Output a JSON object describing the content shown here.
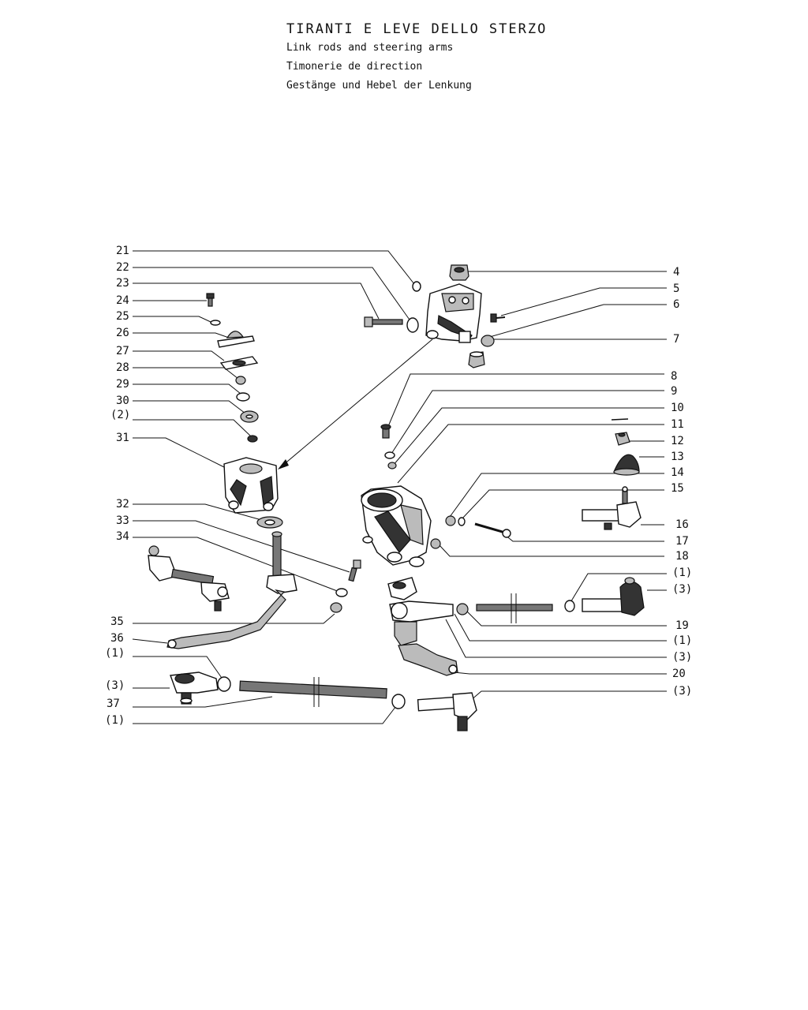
{
  "title": {
    "it": "TIRANTI E LEVE DELLO STERZO",
    "en": "Link rods and steering arms",
    "fr": "Timonerie de direction",
    "de": "Gestänge und Hebel der Lenkung"
  },
  "callouts": {
    "left": [
      "21",
      "22",
      "23",
      "24",
      "25",
      "26",
      "27",
      "28",
      "29",
      "30",
      "(2)",
      "31",
      "32",
      "33",
      "34",
      "35",
      "36",
      "(1)",
      "(3)",
      "37",
      "(1)"
    ],
    "right": [
      "4",
      "5",
      "6",
      "7",
      "8",
      "9",
      "10",
      "11",
      "12",
      "13",
      "14",
      "15",
      "16",
      "17",
      "18",
      "(1)",
      "(3)",
      "19",
      "(1)",
      "(3)",
      "20",
      "(3)"
    ]
  }
}
